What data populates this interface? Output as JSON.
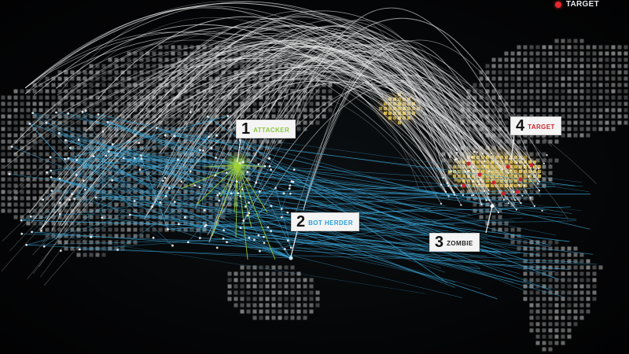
{
  "legend": {
    "label": "TARGET",
    "dot_color": "#e3292e"
  },
  "colors": {
    "attacker": "#9fd22e",
    "botherder": "#3aa6d8",
    "zombie": "#222222",
    "target": "#c8262d",
    "land": "#9a9a9a",
    "arc": "#e6e6e6",
    "hotspot": "#e8c84a"
  },
  "labels": [
    {
      "key": "attacker",
      "number": "1",
      "text": "ATTACKER",
      "color": "#8cc63f"
    },
    {
      "key": "botherder",
      "number": "2",
      "text": "BOT HERDER",
      "color": "#2f9fd6"
    },
    {
      "key": "zombie",
      "number": "3",
      "text": "ZOMBIE",
      "color": "#222222"
    },
    {
      "key": "target",
      "number": "4",
      "text": "TARGET",
      "color": "#c8262d"
    }
  ]
}
